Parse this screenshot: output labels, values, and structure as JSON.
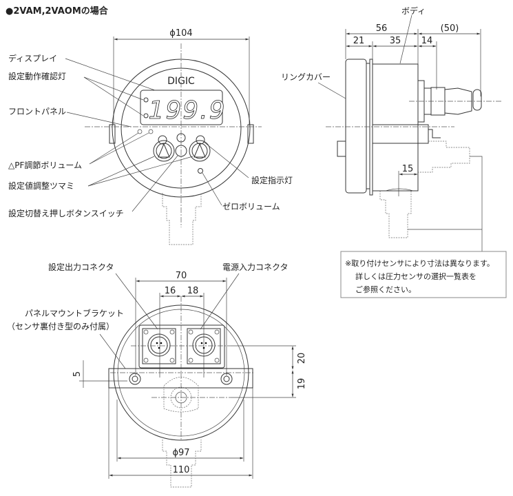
{
  "title": "●2VAM,2VAOMの場合",
  "front": {
    "brand": "DIGIC",
    "display_value": "199.9",
    "dim_diameter": "ϕ104",
    "labels": {
      "display": "ディスプレイ",
      "action_lamp": "設定動作確認灯",
      "front_panel": "フロントパネル",
      "pf_volume": "△PF調節ボリューム",
      "knob": "設定値調整ツマミ",
      "switch": "設定切替え押しボタンスイッチ",
      "indicator": "設定指示灯",
      "zero_volume": "ゼロボリューム"
    }
  },
  "side": {
    "labels": {
      "body": "ボディ",
      "ring_cover": "リングカバー"
    },
    "dims": {
      "total": "56",
      "connector": "(50)",
      "ring": "21",
      "body": "35",
      "conn_base": "14",
      "lower": "15"
    }
  },
  "note": {
    "lines": [
      "※取り付けセンサにより寸法は異なります。",
      "詳しくは圧力センサの選択一覧表を",
      "ご参照ください。"
    ]
  },
  "back": {
    "labels": {
      "out_connector": "設定出力コネクタ",
      "power_connector": "電源入力コネクタ",
      "bracket": "パネルマウントブラケット",
      "bracket_note": "（センサ裏付き型のみ付属）"
    },
    "dims": {
      "width70": "70",
      "left16": "16",
      "right18": "18",
      "v20": "20",
      "v19": "19",
      "v5": "5",
      "dia97": "ϕ97",
      "w110": "110"
    }
  }
}
